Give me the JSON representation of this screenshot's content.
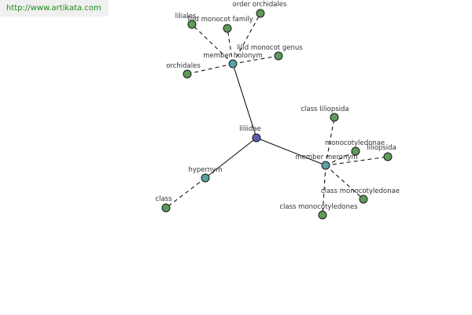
{
  "header": {
    "url": "http://www.artikata.com"
  },
  "colors": {
    "background": "#ffffff",
    "center_node": "#5a60b0",
    "relation_node": "#5aa0a0",
    "leaf_node": "#5e9a5a",
    "url_text": "#1a8a1a",
    "url_background": "#f0f0f0"
  },
  "graph": {
    "center": "liliidae",
    "nodes": [
      {
        "id": "liliidae",
        "label": "liliidae",
        "kind": "center"
      },
      {
        "id": "member-holonym",
        "label": "member holonym",
        "kind": "relation"
      },
      {
        "id": "hypernym",
        "label": "hypernym",
        "kind": "relation"
      },
      {
        "id": "member-meronym",
        "label": "member meronym",
        "kind": "relation"
      },
      {
        "id": "liliales",
        "label": "liliales",
        "kind": "leaf"
      },
      {
        "id": "lilid-monocot-family",
        "label": "lilid monocot family",
        "kind": "leaf"
      },
      {
        "id": "order-orchidales",
        "label": "order orchidales",
        "kind": "leaf"
      },
      {
        "id": "lilid-monocot-genus",
        "label": "lilid monocot genus",
        "kind": "leaf"
      },
      {
        "id": "orchidales",
        "label": "orchidales",
        "kind": "leaf"
      },
      {
        "id": "class",
        "label": "class",
        "kind": "leaf"
      },
      {
        "id": "class-liliopsida",
        "label": "class liliopsida",
        "kind": "leaf"
      },
      {
        "id": "monocotyledonae",
        "label": "monocotyledonae",
        "kind": "leaf"
      },
      {
        "id": "liliopsida",
        "label": "liliopsida",
        "kind": "leaf"
      },
      {
        "id": "class-monocotyledonae",
        "label": "class monocotyledonae",
        "kind": "leaf"
      },
      {
        "id": "class-monocotyledones",
        "label": "class monocotyledones",
        "kind": "leaf"
      }
    ],
    "edges": [
      {
        "from": "liliidae",
        "to": "member-holonym",
        "style": "solid"
      },
      {
        "from": "liliidae",
        "to": "hypernym",
        "style": "solid"
      },
      {
        "from": "liliidae",
        "to": "member-meronym",
        "style": "solid"
      },
      {
        "from": "member-holonym",
        "to": "liliales",
        "style": "dashed"
      },
      {
        "from": "member-holonym",
        "to": "lilid-monocot-family",
        "style": "dashed"
      },
      {
        "from": "member-holonym",
        "to": "order-orchidales",
        "style": "dashed"
      },
      {
        "from": "member-holonym",
        "to": "lilid-monocot-genus",
        "style": "dashed"
      },
      {
        "from": "member-holonym",
        "to": "orchidales",
        "style": "dashed"
      },
      {
        "from": "hypernym",
        "to": "class",
        "style": "dashed"
      },
      {
        "from": "member-meronym",
        "to": "class-liliopsida",
        "style": "dashed"
      },
      {
        "from": "member-meronym",
        "to": "monocotyledonae",
        "style": "dashed"
      },
      {
        "from": "member-meronym",
        "to": "liliopsida",
        "style": "dashed"
      },
      {
        "from": "member-meronym",
        "to": "class-monocotyledonae",
        "style": "dashed"
      },
      {
        "from": "member-meronym",
        "to": "class-monocotyledones",
        "style": "dashed"
      }
    ]
  }
}
